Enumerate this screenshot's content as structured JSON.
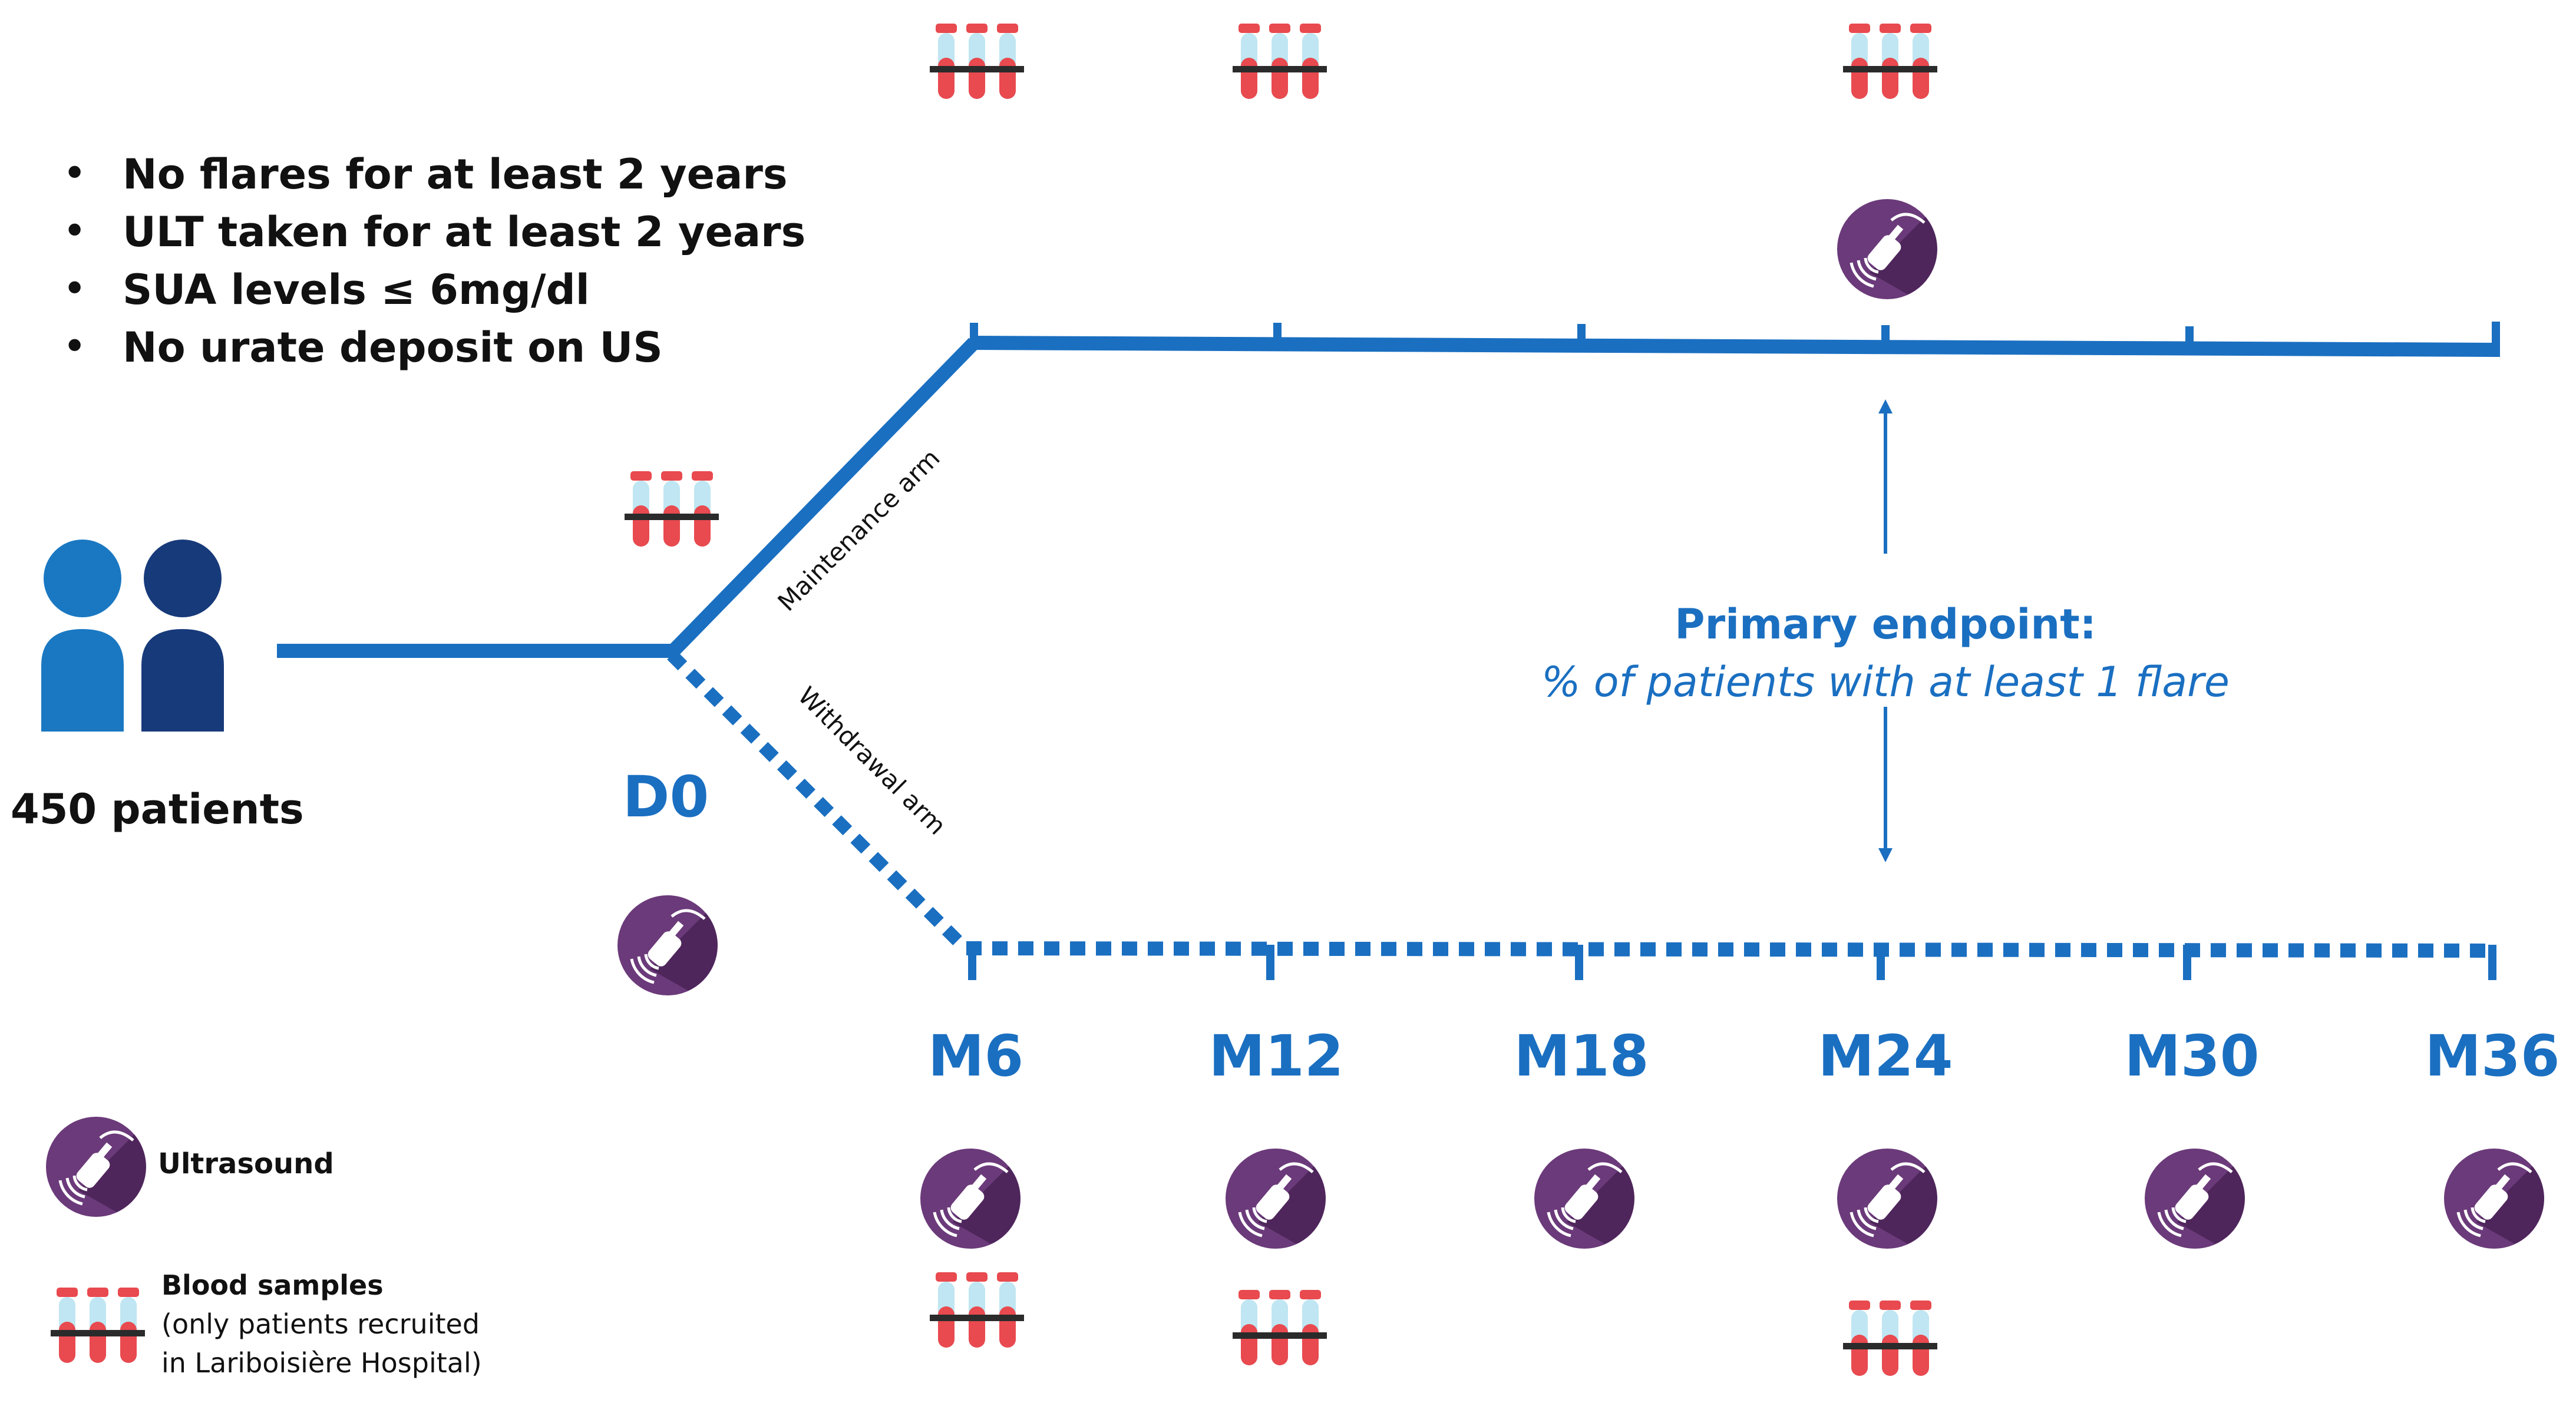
{
  "colors": {
    "line_blue": "#1a6fc1",
    "text_blue": "#1a6fc1",
    "ultrasound_purple": "#6b3a7a",
    "person_light": "#1a78c2",
    "person_dark": "#173a7a",
    "tube_red": "#e84a4f"
  },
  "criteria": [
    "No flares for at least 2 years",
    "ULT taken for at least 2 years",
    "SUA levels ≤ 6mg/dl",
    "No urate deposit on US"
  ],
  "patients": {
    "label": "450 patients",
    "icon": "people-icon"
  },
  "baseline": {
    "label": "D0"
  },
  "arms": {
    "maintenance": "Maintenance arm",
    "withdrawal": "Withdrawal arm"
  },
  "timepoints": [
    "M6",
    "M12",
    "M18",
    "M24",
    "M30",
    "M36"
  ],
  "endpoint": {
    "title": "Primary endpoint:",
    "description": "% of patients with at least 1 flare"
  },
  "legend": {
    "ultrasound": "Ultrasound",
    "blood_title": "Blood samples",
    "blood_line1": "(only patients recruited",
    "blood_line2": "in Lariboisière Hospital)"
  },
  "icons": {
    "ultrasound": "ultrasound-probe-icon",
    "blood": "blood-tubes-icon"
  }
}
